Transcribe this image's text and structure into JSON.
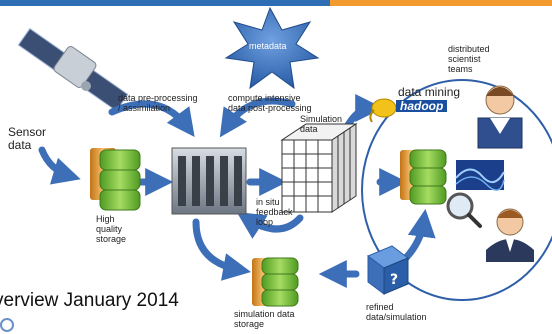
{
  "labels": {
    "metadata": "metadata",
    "data_preprocessing": "data pre-processing\n/ assimilation",
    "compute_intensive": "compute intensive\ndata post-processing",
    "sensor_data": "Sensor\ndata",
    "simulation_data": "Simulation\ndata",
    "distributed_teams": "distributed\nscientist\nteams",
    "data_mining": "data mining",
    "hadoop_logo": "hadoop",
    "high_quality_storage": "High\nquality\nstorage",
    "in_situ_loop": "in situ\nfeedback\nloop",
    "simulation_data_storage": "simulation data\nstorage",
    "refined_data": "refined\ndata/simulation"
  },
  "footer": {
    "text": "verview January 2014"
  },
  "colors": {
    "arrow": "#3d6fb8",
    "storage_green": "#7cc242",
    "storage_orange": "#e89a3a",
    "metadata_star": "#3d6fb8",
    "ellipse": "#2f5fa8"
  }
}
